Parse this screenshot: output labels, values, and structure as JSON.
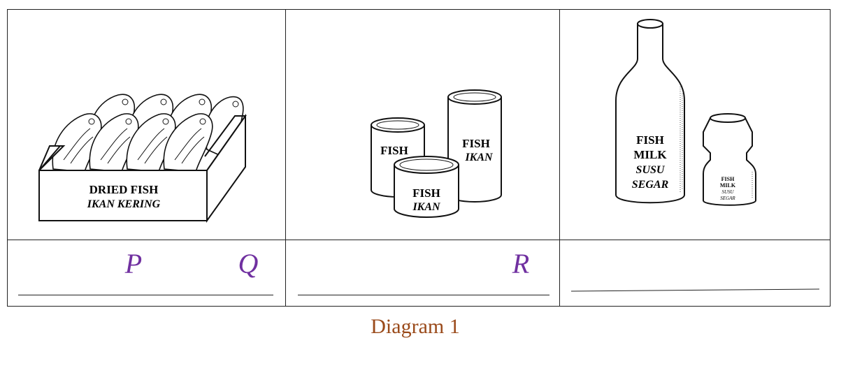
{
  "panels": [
    {
      "letter": "P",
      "labels": [
        "DRIED FISH",
        "IKAN KERING"
      ]
    },
    {
      "letter": "Q",
      "labels": [
        "FISH",
        "IKAN"
      ]
    },
    {
      "letter": "R",
      "labels": [
        "FISH",
        "MILK",
        "SUSU",
        "SEGAR"
      ]
    }
  ],
  "caption": "Diagram 1",
  "colors": {
    "letter": "#7030a0",
    "caption": "#9a4a1a",
    "line": "#222222"
  }
}
